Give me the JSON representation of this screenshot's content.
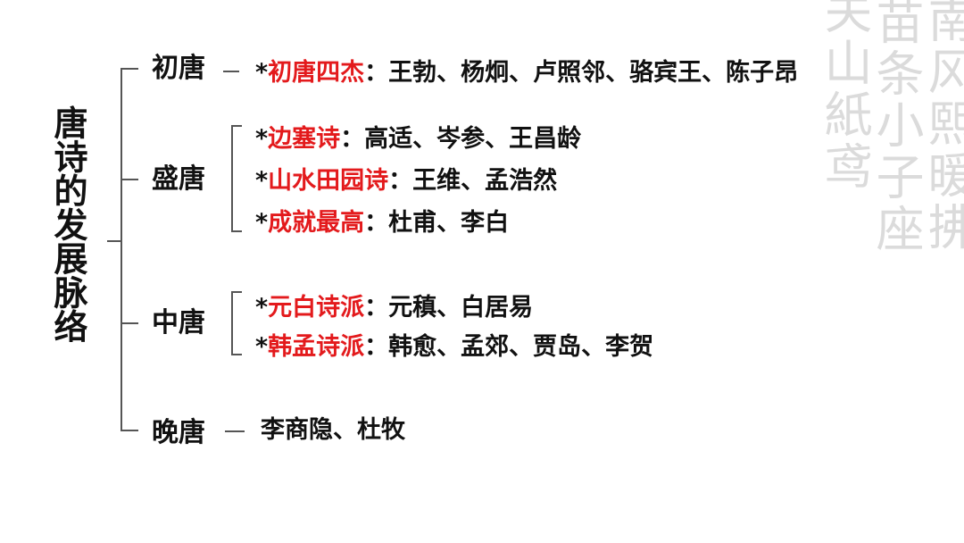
{
  "title": "唐诗的发展脉络",
  "watermark_text": [
    "南风熙暖拂",
    "苗条小子座",
    "关山紙鸢"
  ],
  "periods": [
    {
      "name": "初唐",
      "items": [
        {
          "star": "*",
          "label": "初唐四杰",
          "sep": "：",
          "poets": "王勃、杨炯、卢照邻、骆宾王、陈子昂"
        }
      ]
    },
    {
      "name": "盛唐",
      "items": [
        {
          "star": "*",
          "label": "边塞诗",
          "sep": "：",
          "poets": "高适、岑参、王昌龄"
        },
        {
          "star": "*",
          "label": "山水田园诗",
          "sep": "：",
          "poets": "王维、孟浩然"
        },
        {
          "star": "*",
          "label": "成就最高",
          "sep": "：",
          "poets": "杜甫、李白"
        }
      ]
    },
    {
      "name": "中唐",
      "items": [
        {
          "star": "*",
          "label": "元白诗派",
          "sep": "：",
          "poets": "元稹、白居易"
        },
        {
          "star": "*",
          "label": "韩孟诗派",
          "sep": "：",
          "poets": "韩愈、孟郊、贾岛、李贺"
        }
      ]
    },
    {
      "name": "晚唐",
      "items": [
        {
          "poets": "李商隐、杜牧"
        }
      ]
    }
  ],
  "colors": {
    "highlight": "#e31a1c",
    "text": "#111111",
    "line": "#555555",
    "watermark": "#d8d8d8"
  }
}
